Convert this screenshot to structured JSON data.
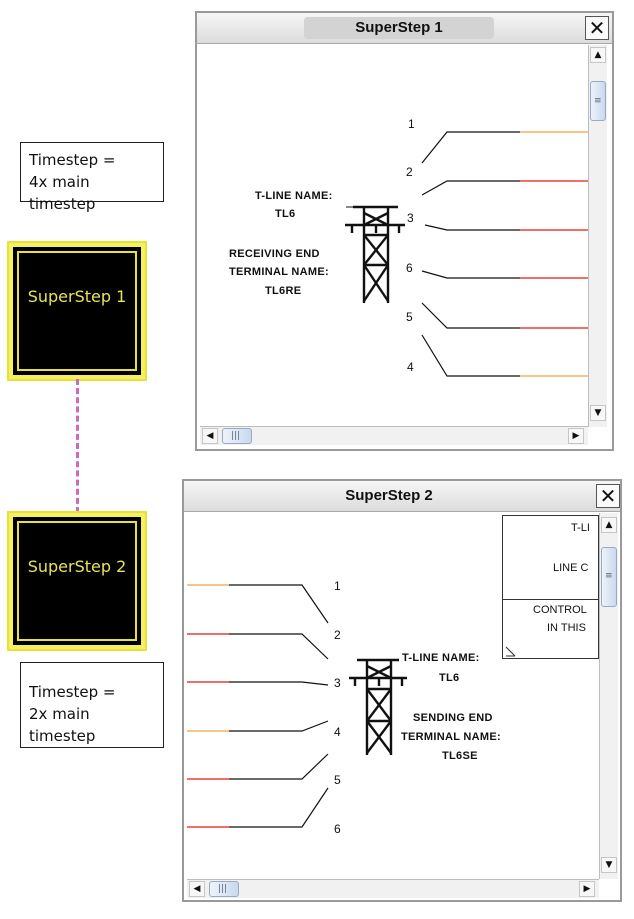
{
  "annotations": {
    "top_note": [
      "Timestep =",
      "4x main timestep"
    ],
    "bottom_note": [
      "Timestep =",
      "2x main timestep"
    ]
  },
  "blocks": [
    {
      "label": "SuperStep 1"
    },
    {
      "label": "SuperStep 2"
    }
  ],
  "window1": {
    "title": "SuperStep 1",
    "close": "✕",
    "line_numbers": [
      "1",
      "2",
      "3",
      "6",
      "5",
      "4"
    ],
    "tline_label": "T-LINE NAME:",
    "tline_name": "TL6",
    "end_label_1": "RECEIVING  END",
    "end_label_2": "TERMINAL NAME:",
    "terminal_name": "TL6RE"
  },
  "window2": {
    "title": "SuperStep 2",
    "close": "✕",
    "line_numbers": [
      "1",
      "2",
      "3",
      "4",
      "5",
      "6"
    ],
    "tline_label": "T-LINE NAME:",
    "tline_name": "TL6",
    "end_label_1": "SENDING  END",
    "end_label_2": "TERMINAL NAME:",
    "terminal_name": "TL6SE",
    "panel_text_1": "T-LI",
    "panel_text_2": "LINE C",
    "panel_text_3": "CONTROL",
    "panel_text_4": "IN THIS"
  },
  "colors": {
    "orange_wire": "#f5b060",
    "red_wire": "#e8403a",
    "block_border": "#f4f062",
    "connector": "#c86bc0"
  }
}
